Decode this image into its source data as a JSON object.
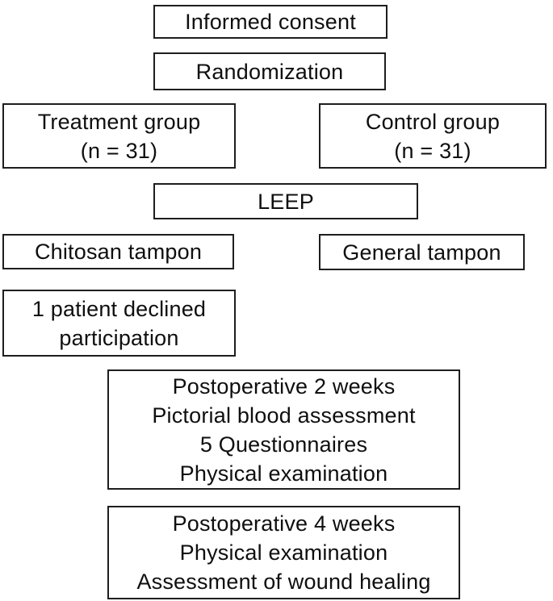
{
  "figure": {
    "type": "study-flow-diagram",
    "background_color": "#ffffff",
    "box_border_color": "#1e1e1e",
    "text_color": "#0f0f0f"
  },
  "nodes": {
    "informed_consent": {
      "lines": [
        "Informed consent"
      ]
    },
    "randomization": {
      "lines": [
        "Randomization"
      ]
    },
    "treatment_group": {
      "lines": [
        "Treatment group",
        "(n = 31)"
      ]
    },
    "control_group": {
      "lines": [
        "Control group",
        "(n = 31)"
      ]
    },
    "leep": {
      "lines": [
        "LEEP"
      ]
    },
    "chitosan_tampon": {
      "lines": [
        "Chitosan tampon"
      ]
    },
    "general_tampon": {
      "lines": [
        "General tampon"
      ]
    },
    "patient_declined": {
      "lines": [
        "1 patient declined",
        "participation"
      ]
    },
    "postop_2_weeks": {
      "lines": [
        "Postoperative 2 weeks",
        "Pictorial blood assessment",
        "5 Questionnaires",
        "Physical examination"
      ]
    },
    "postop_4_weeks": {
      "lines": [
        "Postoperative 4 weeks",
        "Physical examination",
        "Assessment of wound healing"
      ]
    }
  }
}
